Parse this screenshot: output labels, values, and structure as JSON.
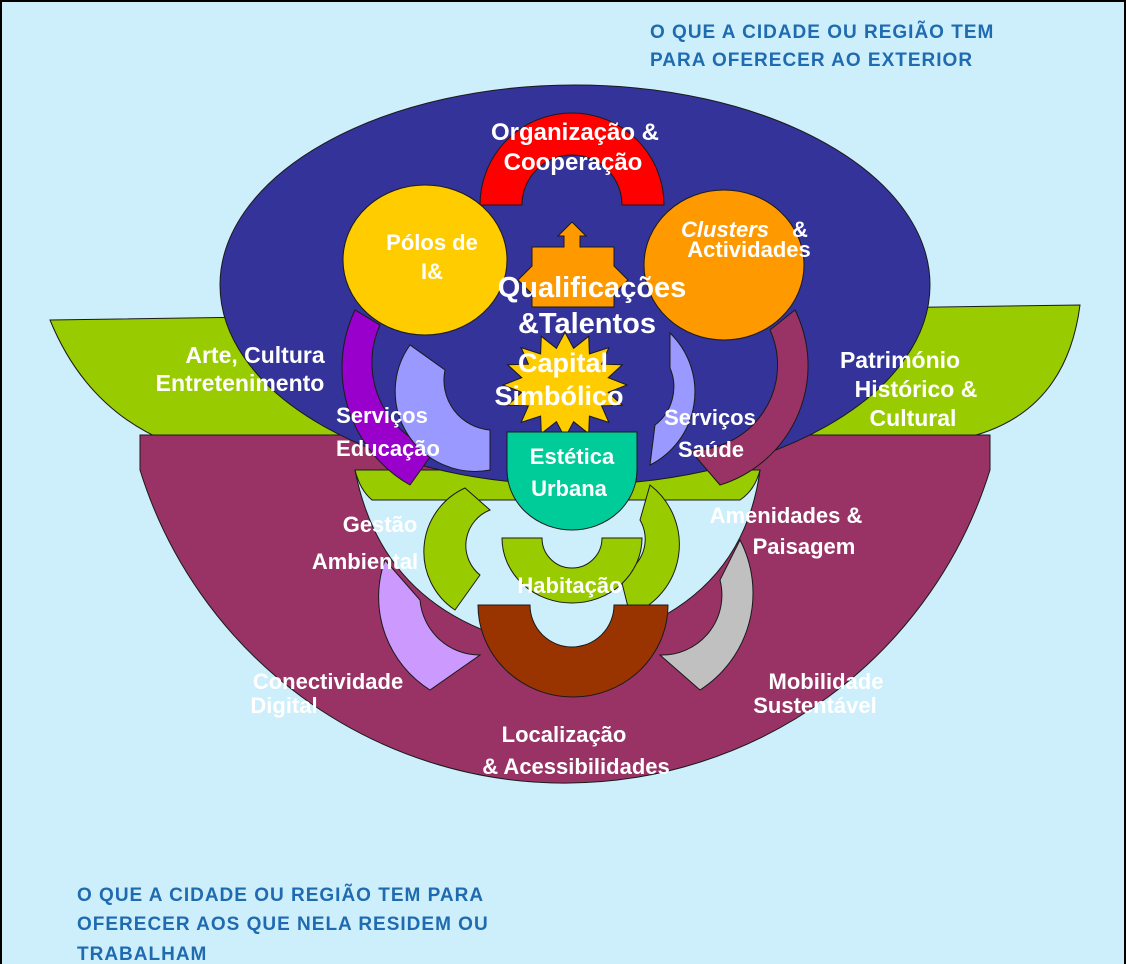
{
  "captions": {
    "top_line1": "O QUE A CIDADE OU REGIÃO TEM",
    "top_line2": "PARA OFERECER AO EXTERIOR",
    "bottom_line1": "O QUE A CIDADE OU REGIÃO TEM PARA",
    "bottom_line2": "OFERECER AOS QUE NELA RESIDEM OU",
    "bottom_line3": "TRABALHAM"
  },
  "labels": {
    "organizacao_1": "Organização &",
    "organizacao_2": "Cooperação",
    "polos_1": "Pólos de",
    "polos_2": "I&",
    "clusters_1": "Clusters",
    "clusters_amp": "&",
    "clusters_2": "Actividades",
    "qualificacoes_1": "Qualificações",
    "qualificacoes_2": "&Talentos",
    "capital_1": "Capital",
    "capital_2": "Simbólico",
    "arte_1": "Arte, Cultura",
    "arte_2": "Entretenimento",
    "patrimonio_1": "Património",
    "patrimonio_2": "Histórico &",
    "patrimonio_3": "Cultural",
    "educacao_1": "Serviços",
    "educacao_2": "Educação",
    "saude_1": "Serviços",
    "saude_2": "Saúde",
    "estetica_1": "Estética",
    "estetica_2": "Urbana",
    "gestao_1": "Gestão",
    "gestao_2": "Ambiental",
    "amenidades_1": "Amenidades &",
    "amenidades_2": "Paisagem",
    "habitacao": "Habitação",
    "conectividade_1": "Conectividade",
    "conectividade_2": "Digital",
    "mobilidade_1": "Mobilidade",
    "mobilidade_2": "Sustentável",
    "localizacao_1": "Localização",
    "localizacao_2": "& Acessibilidades"
  },
  "colors": {
    "background": "#cdeefb",
    "navy_ellipse": "#333399",
    "green": "#99cc00",
    "maroon": "#993366",
    "red": "#ff0000",
    "yellow": "#ffcc00",
    "orange": "#ff9900",
    "violet": "#9900cc",
    "periwinkle": "#9999ff",
    "teal": "#00cc99",
    "lilac": "#cc99ff",
    "grey": "#c0c0c0",
    "brown": "#993300",
    "caption_blue": "#1f6bb0"
  }
}
